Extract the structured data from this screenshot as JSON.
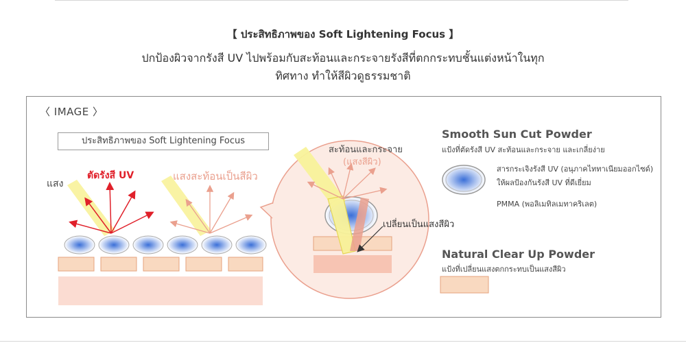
{
  "header": {
    "title": "【 ประสิทธิภาพของ Soft Lightening Focus 】",
    "description_line1": "ปกป้องผิวจากรังสี UV ไปพร้อมกับสะท้อนและกระจายรังสีที่ตกกระทบชั้นแต่งหน้าในทุก",
    "description_line2": "ทิศทาง ทำให้สีผิวดูธรรมชาติ"
  },
  "figure": {
    "section_label": "〈  IMAGE  〉",
    "box_label": "ประสิทธิภาพของ Soft Lightening Focus",
    "label_light": "แสง",
    "label_cut_uv": "ตัดรังสี UV",
    "label_reflect_skin": "แสงสะท้อนเป็นสีผิว",
    "label_scatter": "สะท้อนและกระจาย",
    "label_scatter_sub": "(แสงสีผิว)",
    "label_convert": "เปลี่ยนเป็นแสงสีผิว"
  },
  "legend": {
    "powder1": {
      "title": "Smooth Sun Cut Powder",
      "subtitle": "แป้งที่ตัดรังสี UV สะท้อนและกระจาย และเกลี่ยง่าย",
      "note1": "สารกระเจิงรังสี UV (อนุภาคไททาเนียมออกไซด์)",
      "note2": "ให้ผลป้องกันรังสี UV ที่ดีเยี่ยม",
      "note3": "PMMA (พอลิเมทิลเมทาคริเลต)"
    },
    "powder2": {
      "title": "Natural Clear Up Powder",
      "subtitle": "แป้งที่เปลี่ยนแสงตกกระทบเป็นแสงสีผิว"
    }
  },
  "colors": {
    "uv_arrow": "#e0202a",
    "skin_arrow": "#eaa08e",
    "light_beam": "#f7f08a",
    "powder_blue": "#3a6fd8",
    "skin_tone": "#f9d9c0",
    "zoom_circle": "#fbe4dc"
  }
}
